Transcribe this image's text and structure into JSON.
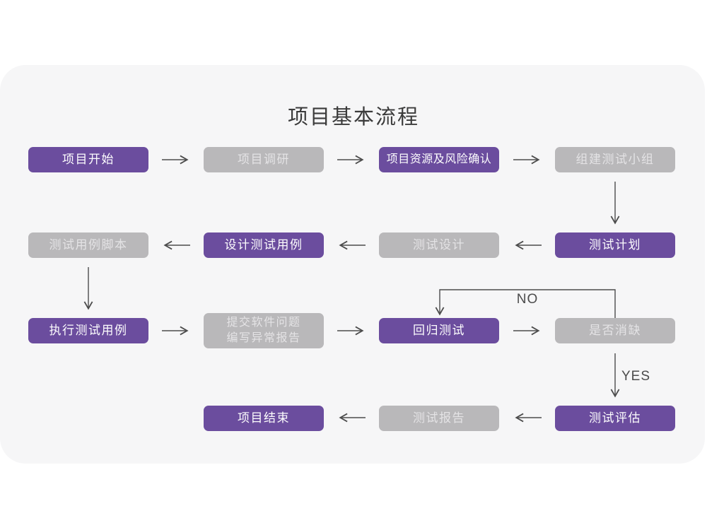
{
  "title": "项目基本流程",
  "nodes": [
    {
      "id": "project-start",
      "label": "项目开始",
      "variant": "purple"
    },
    {
      "id": "project-research",
      "label": "项目调研",
      "variant": "gray"
    },
    {
      "id": "project-resources-risk",
      "label": "项目资源及风险确认",
      "variant": "purple"
    },
    {
      "id": "form-test-team",
      "label": "组建测试小组",
      "variant": "gray"
    },
    {
      "id": "test-plan",
      "label": "测试计划",
      "variant": "purple"
    },
    {
      "id": "test-design",
      "label": "测试设计",
      "variant": "gray"
    },
    {
      "id": "design-test-cases",
      "label": "设计测试用例",
      "variant": "purple"
    },
    {
      "id": "test-case-scripts",
      "label": "测试用例脚本",
      "variant": "gray"
    },
    {
      "id": "execute-test-cases",
      "label": "执行测试用例",
      "variant": "purple"
    },
    {
      "id": "submit-issues-write-report",
      "label": "提交软件问题\n编写异常报告",
      "variant": "gray"
    },
    {
      "id": "regression-test",
      "label": "回归测试",
      "variant": "purple"
    },
    {
      "id": "defect-cleared",
      "label": "是否消缺",
      "variant": "gray"
    },
    {
      "id": "test-evaluation",
      "label": "测试评估",
      "variant": "purple"
    },
    {
      "id": "test-report",
      "label": "测试报告",
      "variant": "gray"
    },
    {
      "id": "project-end",
      "label": "项目结束",
      "variant": "purple"
    }
  ],
  "edges": [
    {
      "from": "project-start",
      "to": "project-research",
      "label": ""
    },
    {
      "from": "project-research",
      "to": "project-resources-risk",
      "label": ""
    },
    {
      "from": "project-resources-risk",
      "to": "form-test-team",
      "label": ""
    },
    {
      "from": "form-test-team",
      "to": "test-plan",
      "label": ""
    },
    {
      "from": "test-plan",
      "to": "test-design",
      "label": ""
    },
    {
      "from": "test-design",
      "to": "design-test-cases",
      "label": ""
    },
    {
      "from": "design-test-cases",
      "to": "test-case-scripts",
      "label": ""
    },
    {
      "from": "test-case-scripts",
      "to": "execute-test-cases",
      "label": ""
    },
    {
      "from": "execute-test-cases",
      "to": "submit-issues-write-report",
      "label": ""
    },
    {
      "from": "submit-issues-write-report",
      "to": "regression-test",
      "label": ""
    },
    {
      "from": "regression-test",
      "to": "defect-cleared",
      "label": ""
    },
    {
      "from": "defect-cleared",
      "to": "regression-test",
      "label": "NO"
    },
    {
      "from": "defect-cleared",
      "to": "test-evaluation",
      "label": "YES"
    },
    {
      "from": "test-evaluation",
      "to": "test-report",
      "label": ""
    },
    {
      "from": "test-report",
      "to": "project-end",
      "label": ""
    }
  ],
  "edge_labels": {
    "no": "NO",
    "yes": "YES"
  },
  "colors": {
    "purple": "#6b4d9e",
    "gray": "#b9b8ba",
    "card": "#f6f6f7",
    "arrow": "#4c4c4c",
    "title": "#3b3b3b"
  }
}
